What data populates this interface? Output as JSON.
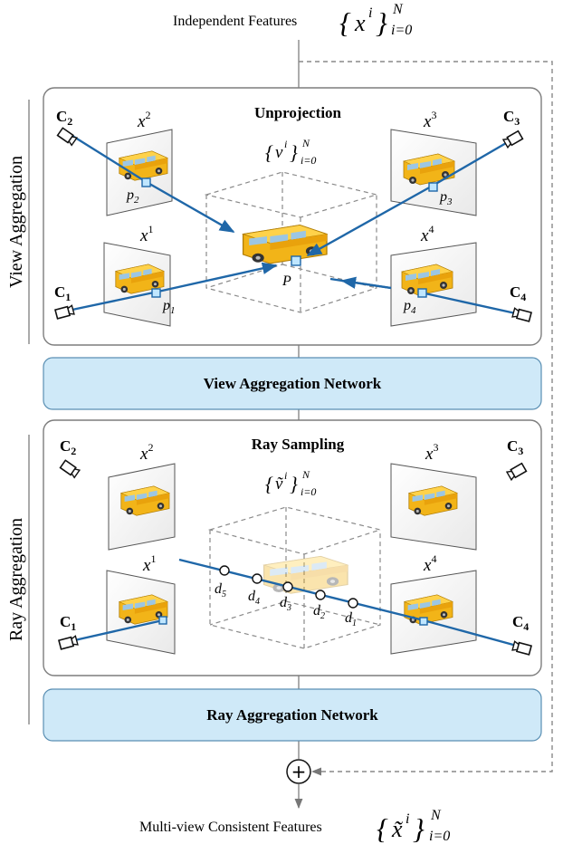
{
  "top": {
    "label": "Independent Features",
    "math_base": "x",
    "math_sup": "i",
    "math_upper": "N",
    "math_lower": "i=0"
  },
  "bottom": {
    "label": "Multi-view Consistent Features",
    "math_base": "x̃",
    "math_sup": "i",
    "math_upper": "N",
    "math_lower": "i=0"
  },
  "view_panel": {
    "side_label": "View Aggregation",
    "title": "Unprojection",
    "set_base": "v",
    "set_sup": "i",
    "set_upper": "N",
    "set_lower": "i=0",
    "point_label": "P",
    "network": "View Aggregation Network"
  },
  "ray_panel": {
    "side_label": "Ray Aggregation",
    "title": "Ray Sampling",
    "set_base": "ṽ",
    "set_sup": "i",
    "set_upper": "N",
    "set_lower": "i=0",
    "network": "Ray Aggregation Network",
    "samples": [
      "d",
      "d",
      "d",
      "d",
      "d"
    ],
    "sample_subs": [
      "5",
      "4",
      "3",
      "2",
      "1"
    ]
  },
  "cameras": {
    "c1": "C",
    "c1_sub": "1",
    "c2": "C",
    "c2_sub": "2",
    "c3": "C",
    "c3_sub": "3",
    "c4": "C",
    "c4_sub": "4"
  },
  "views": {
    "x1": "x",
    "x1_sup": "1",
    "x2": "x",
    "x2_sup": "2",
    "x3": "x",
    "x3_sup": "3",
    "x4": "x",
    "x4_sup": "4"
  },
  "projections": {
    "p1": "p",
    "p1_sub": "1",
    "p2": "p",
    "p2_sub": "2",
    "p3": "p",
    "p3_sub": "3",
    "p4": "p",
    "p4_sub": "4"
  },
  "plus_symbol": "+",
  "colors": {
    "ray_blue": "#1f67a8",
    "network_fill": "#cfe9f8",
    "network_stroke": "#5a8fb3",
    "panel_stroke": "#7d7d7d",
    "bus_yellow": "#f2b418",
    "dashed_gray": "#888888"
  }
}
